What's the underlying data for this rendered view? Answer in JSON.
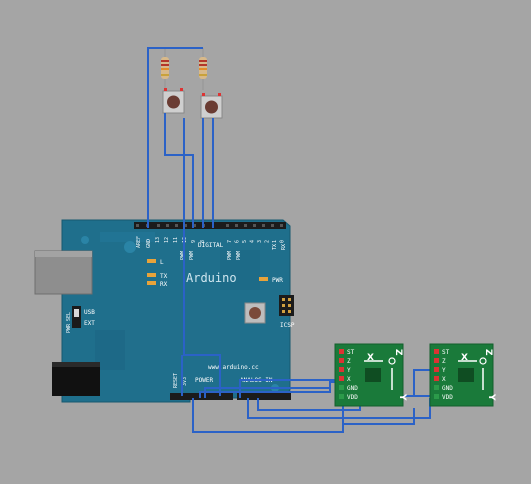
{
  "board": {
    "brand": "Arduino",
    "url": "www.arduino.cc",
    "digital_label": "DIGITAL",
    "aref": "AREF",
    "gnd": "GND",
    "top_pins_left": [
      "13",
      "12",
      "11",
      "10",
      "9",
      "8"
    ],
    "top_pins_right": [
      "7",
      "6",
      "5",
      "4",
      "3",
      "2",
      "1",
      "0"
    ],
    "pwm": "PWM",
    "tx_pin": "TX",
    "rx_pin": "RX",
    "led_l": "L",
    "led_tx": "TX",
    "led_rx": "RX",
    "pwr_led": "PWR",
    "icsp": "ICSP",
    "pwr_sel": "PWR SEL",
    "usb": "USB",
    "ext": "EXT",
    "reset": "RESET",
    "v33": "3V3",
    "power": "POWER",
    "analog_in": "ANALOG IN"
  },
  "sensor_left": {
    "pins": [
      "ST",
      "Z",
      "Y",
      "X",
      "GND",
      "VDD"
    ],
    "axis_x": "X",
    "axis_z": "Z",
    "axis_y": "Y"
  },
  "sensor_right": {
    "pins": [
      "ST",
      "Z",
      "Y",
      "X",
      "GND",
      "VDD"
    ],
    "axis_x": "X",
    "axis_z": "Z",
    "axis_y": "Y"
  },
  "colors": {
    "background": "#a5a5a5",
    "board": "#1f6f8c",
    "wire": "#2b62c7",
    "sensor": "#1a7a3a"
  }
}
